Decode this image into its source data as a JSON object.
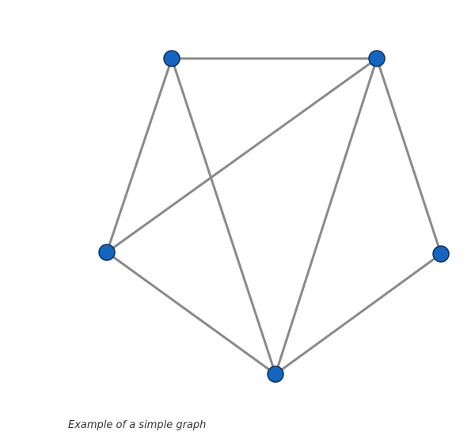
{
  "figure": {
    "caption": "Example of a simple graph"
  },
  "graph": {
    "nodes": [
      {
        "id": "top-left"
      },
      {
        "id": "top-right"
      },
      {
        "id": "left"
      },
      {
        "id": "right"
      },
      {
        "id": "bottom"
      }
    ],
    "edges": [
      [
        "top-left",
        "top-right"
      ],
      [
        "top-left",
        "left"
      ],
      [
        "top-left",
        "bottom"
      ],
      [
        "top-right",
        "left"
      ],
      [
        "top-right",
        "bottom"
      ],
      [
        "top-right",
        "right"
      ],
      [
        "left",
        "bottom"
      ],
      [
        "right",
        "bottom"
      ]
    ],
    "colors": {
      "edge": "#8a8a8a",
      "node_fill": "#1565c0",
      "node_stroke": "#0d2f5c"
    }
  }
}
